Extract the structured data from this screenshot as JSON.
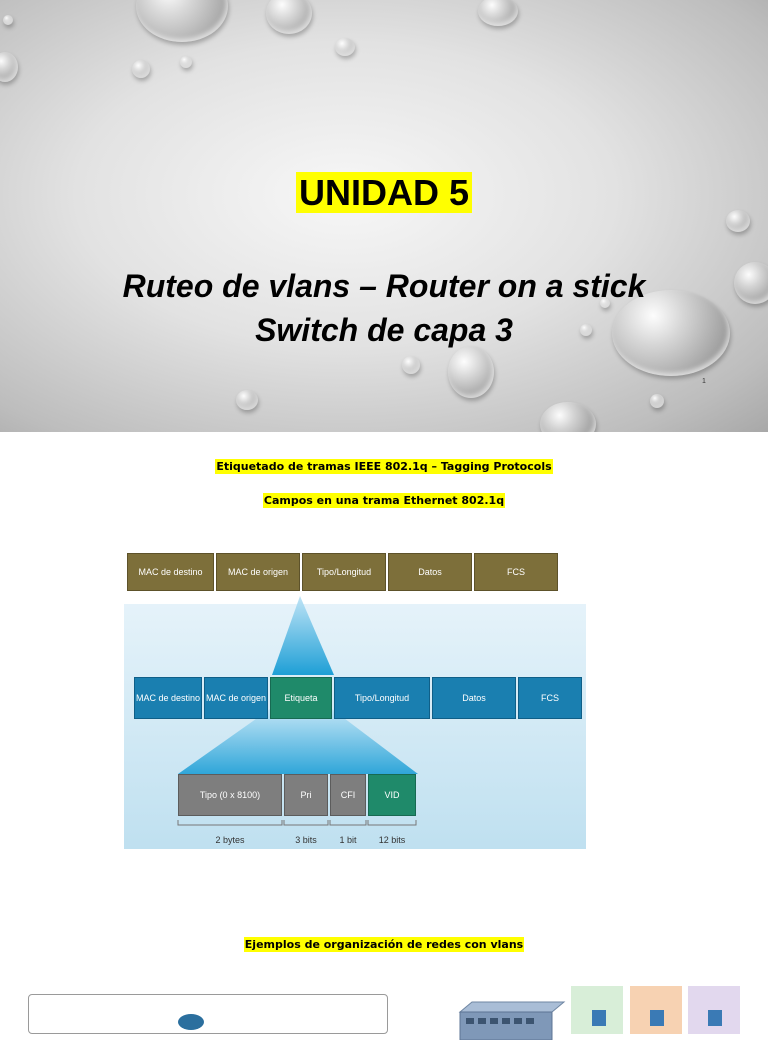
{
  "slide": {
    "title": "UNIDAD 5",
    "subtitle_line1": "Ruteo de vlans – Router on a stick",
    "subtitle_line2": "Switch de capa 3",
    "slide_number": "1"
  },
  "section1": {
    "heading1": "Etiquetado de tramas IEEE 802.1q – Tagging Protocols",
    "heading2": "Campos en una trama Ethernet 802.1q"
  },
  "frame_diagram": {
    "top_row": [
      "MAC de destino",
      "MAC de origen",
      "Tipo/Longitud",
      "Datos",
      "FCS"
    ],
    "middle_row": [
      "MAC de destino",
      "MAC de origen",
      "Etiqueta",
      "Tipo/Longitud",
      "Datos",
      "FCS"
    ],
    "tag_fields": [
      "Tipo (0 x 8100)",
      "Pri",
      "CFI",
      "VID"
    ],
    "tag_sizes": [
      "2 bytes",
      "3 bits",
      "1 bit",
      "12 bits"
    ],
    "colors": {
      "original_frame": "#7d6f3a",
      "tagged_frame": "#1a7fb0",
      "tag_field": "#1f8a6a",
      "tag_subfield": "#7e7e7e",
      "highlight": "#ffff00"
    }
  },
  "section2": {
    "heading": "Ejemplos de organización de redes con vlans"
  }
}
